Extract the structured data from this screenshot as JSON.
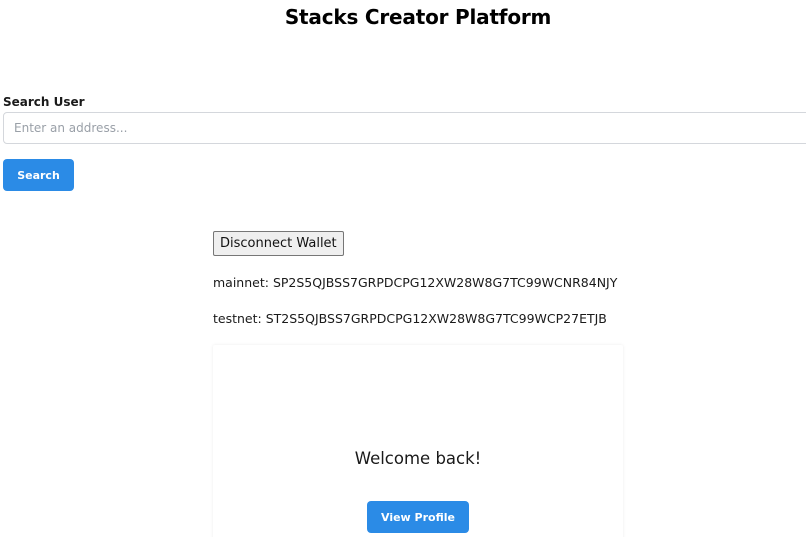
{
  "header": {
    "title": "Stacks Creator Platform"
  },
  "search": {
    "label": "Search User",
    "placeholder": "Enter an address...",
    "value": "",
    "button_label": "Search"
  },
  "wallet": {
    "disconnect_label": "Disconnect Wallet",
    "mainnet_label": "mainnet: ",
    "mainnet_address": "SP2S5QJBSS7GRPDCPG12XW28W8G7TC99WCNR84NJY",
    "testnet_label": "testnet: ",
    "testnet_address": "ST2S5QJBSS7GRPDCPG12XW28W8G7TC99WCP27ETJB"
  },
  "card": {
    "welcome_text": "Welcome back!",
    "view_profile_label": "View Profile"
  },
  "colors": {
    "primary_button": "#2b8be6",
    "input_border": "#d4d7dc",
    "placeholder": "#9aa0a8"
  }
}
